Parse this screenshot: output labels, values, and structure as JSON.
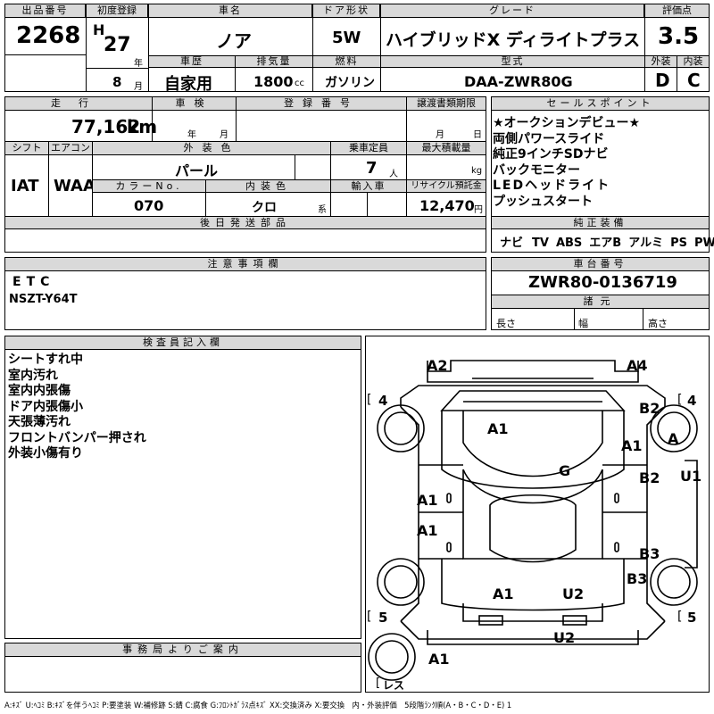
{
  "header": {
    "lot_label": "出品番号",
    "lot_no": "2268",
    "first_reg_label": "初度登録",
    "era": "H",
    "year": "27",
    "year_unit": "年",
    "month": "8",
    "month_unit": "月",
    "name_label": "車名",
    "name": "ノア",
    "door_label": "ドア形状",
    "door": "5W",
    "grade_label": "グレード",
    "grade": "ハイブリッドX ディライトプラス",
    "score_label": "評価点",
    "score": "3.5",
    "history_label": "車歴",
    "history": "自家用",
    "displacement_label": "排気量",
    "displacement": "1800",
    "displacement_unit": "cc",
    "fuel_label": "燃料",
    "fuel": "ガソリン",
    "model_label": "型式",
    "model": "DAA-ZWR80G",
    "exterior_label": "外装",
    "exterior": "D",
    "interior_label": "内装",
    "interior": "C"
  },
  "row2": {
    "mileage_label": "走行",
    "mileage": "77,162",
    "mileage_unit": "km",
    "inspection_label": "車検",
    "inspection_year_unit": "年",
    "inspection_month_unit": "月",
    "reg_no_label": "登録番号",
    "transfer_label": "譲渡書類期限",
    "transfer_month_unit": "月",
    "transfer_day_unit": "日",
    "shift_label": "シフト",
    "shift": "IAT",
    "ac_label": "エアコン",
    "ac": "WAA",
    "color_label": "外装色",
    "color": "パール",
    "capacity_label": "乗車定員",
    "capacity": "7",
    "capacity_unit": "人",
    "load_label": "最大積載量",
    "load_unit": "kg",
    "color_no_label": "カラーNo.",
    "color_no": "070",
    "int_color_label": "内装色",
    "int_color": "クロ",
    "int_color_unit": "系",
    "import_label": "輸入車",
    "recycle_label": "リサイクル預託金",
    "recycle": "12,470",
    "recycle_unit": "円",
    "later_label": "後日発送部品"
  },
  "sales": {
    "label": "セールスポイント",
    "lines": [
      "★オークションデビュー★",
      "両側パワースライド",
      "純正9インチSDナビ",
      "バックモニター",
      "LEDヘッドライト",
      "プッシュスタート"
    ]
  },
  "equipment": {
    "label": "純正装備",
    "items": [
      "ナビ",
      "TV",
      "ABS",
      "エアB",
      "アルミ",
      "PS",
      "PW"
    ]
  },
  "notes": {
    "label": "注意事項欄",
    "lines": [
      "ETC",
      "NSZT-Y64T"
    ]
  },
  "chassis": {
    "label": "車台番号",
    "number": "ZWR80-0136719",
    "spec_label": "諸元",
    "length_label": "長さ",
    "width_label": "幅",
    "height_label": "高さ"
  },
  "inspector": {
    "label": "検査員記入欄",
    "lines": [
      "シートすれ中",
      "室内汚れ",
      "室内内張傷",
      "ドア内張傷小",
      "天張薄汚れ",
      "フロントバンパー押され",
      "外装小傷有り"
    ]
  },
  "office": {
    "label": "事務局よりご案内"
  },
  "diagram": {
    "marks": {
      "a2": "A2",
      "a4": "A4",
      "b2": "B2",
      "a1_hood": "A1",
      "a1_right_front": "A1",
      "a_tire": "A",
      "g": "G",
      "a1_left_front": "A1",
      "b2_right": "B2",
      "u1": "U1",
      "a1_left_rear": "A1",
      "b3_right": "B3",
      "b3": "B3",
      "a1_rear_left": "A1",
      "u2_rear": "U2",
      "u2_bumper": "U2",
      "a1_bottom": "A1"
    },
    "tires": {
      "fl": "4",
      "fr": "4",
      "rl": "5",
      "rr": "5"
    },
    "spare": "レス"
  },
  "footer": "A:ｷｽﾞ U:ﾍｺﾐ B:ｷｽﾞを伴うﾍｺﾐ P:要塗装 W:補修跡 S:錆 C:腐食 G:ﾌﾛﾝﾄｶﾞﾗｽ点ｷｽﾞ XX:交換済み X:要交換　内・外装評価　5段階ﾗﾝｸ順(A・B・C・D・E) 1"
}
